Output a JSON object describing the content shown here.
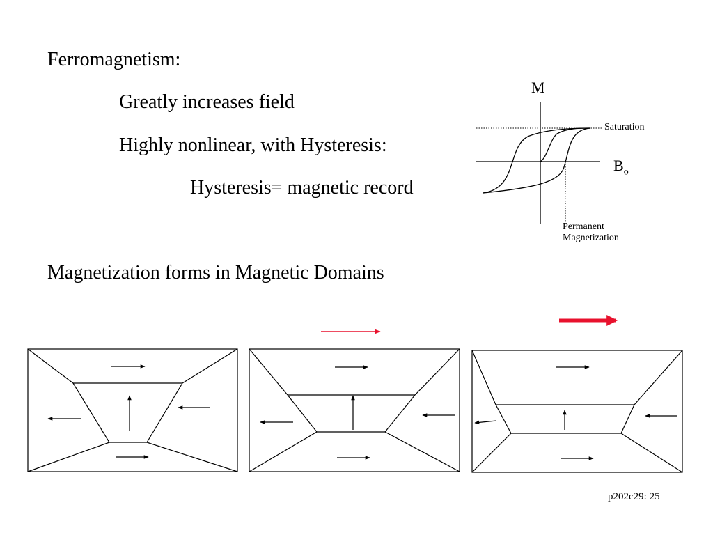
{
  "slide": {
    "heading": "Ferromagnetism:",
    "bullet_1": "Greatly increases field",
    "bullet_2": "Highly nonlinear, with Hysteresis:",
    "bullet_3": "Hysteresis= magnetic record",
    "domains_heading": "Magnetization forms in Magnetic Domains",
    "footer": "p202c29: 25"
  },
  "hysteresis": {
    "axis_y_label": "M",
    "axis_x_label": "B",
    "axis_x_subscript": "o",
    "saturation_label": "Saturation",
    "permanent_label_line1": "Permanent",
    "permanent_label_line2": "Magnetization"
  },
  "colors": {
    "ink": "#000000",
    "applied_field": "#e8112d"
  },
  "domains": {
    "panel_count": 3,
    "applied_field_per_panel": [
      "none",
      "weak",
      "strong"
    ]
  }
}
